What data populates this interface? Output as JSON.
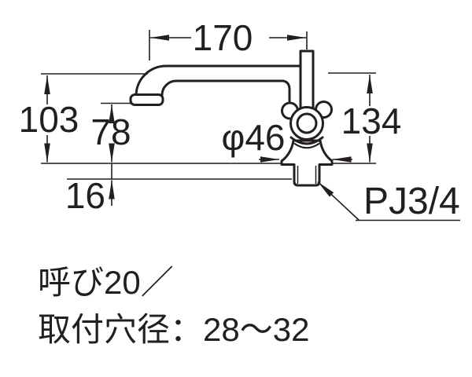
{
  "drawing": {
    "kind": "faucet-installation-dimension-diagram",
    "dims": {
      "spout_reach": "170",
      "left_height": "103",
      "spout_clearance": "78",
      "deck_thickness": "16",
      "right_height": "134",
      "body_diameter": "φ46",
      "thread_spec": "PJ3/4"
    },
    "notes": {
      "nominal_size": "呼び20／",
      "mounting_hole": "取付穴径：28～32"
    }
  },
  "colors": {
    "ink": "#231f20",
    "background": "#ffffff"
  }
}
